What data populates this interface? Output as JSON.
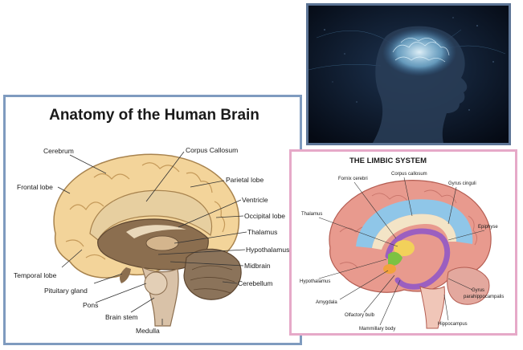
{
  "anatomy": {
    "title": "Anatomy of the Human Brain",
    "labels": {
      "cerebrum": "Cerebrum",
      "corpus_callosum": "Corpus Callosum",
      "parietal_lobe": "Parietal lobe",
      "frontal_lobe": "Frontal lobe",
      "ventricle": "Ventricle",
      "occipital_lobe": "Occipital lobe",
      "thalamus": "Thalamus",
      "hypothalamus": "Hypothalamus",
      "midbrain": "Midbrain",
      "temporal_lobe": "Temporal lobe",
      "cerebellum": "Cerebellum",
      "pituitary_gland": "Pituitary gland",
      "pons": "Pons",
      "brain_stem": "Brain stem",
      "medulla": "Medulla"
    },
    "colors": {
      "cortex": "#f3d49a",
      "inner": "#8b6e4f",
      "stem": "#d9c2a8",
      "cerebellum": "#8b735a"
    }
  },
  "photo": {
    "colors": {
      "background": "#0a1424",
      "glow": "#8fd8ff"
    }
  },
  "limbic": {
    "title": "THE LIMBIC SYSTEM",
    "labels": {
      "fornix_cerebri": "Fornix cerebri",
      "corpus_callosum": "Corpus callosum",
      "gyrus_cinguli": "Gyrus cinguli",
      "thalamus": "Thalamus",
      "epiphyse": "Epiphyse",
      "hypothalamus": "Hypothalamus",
      "gyrus_parahippocampalis_1": "Gyrus",
      "gyrus_parahippocampalis_2": "parahippocampalis",
      "amygdala": "Amygdala",
      "olfactory_bulb": "Olfactory bulb",
      "hippocampus": "Hippocampus",
      "mammillary_body": "Mammillary body"
    },
    "colors": {
      "cortex": "#e89a8e",
      "cingulate": "#8fc6e8",
      "fornix": "#9b5fc0",
      "thalamus": "#f2d15a",
      "hypothalamus": "#7cc243"
    }
  }
}
